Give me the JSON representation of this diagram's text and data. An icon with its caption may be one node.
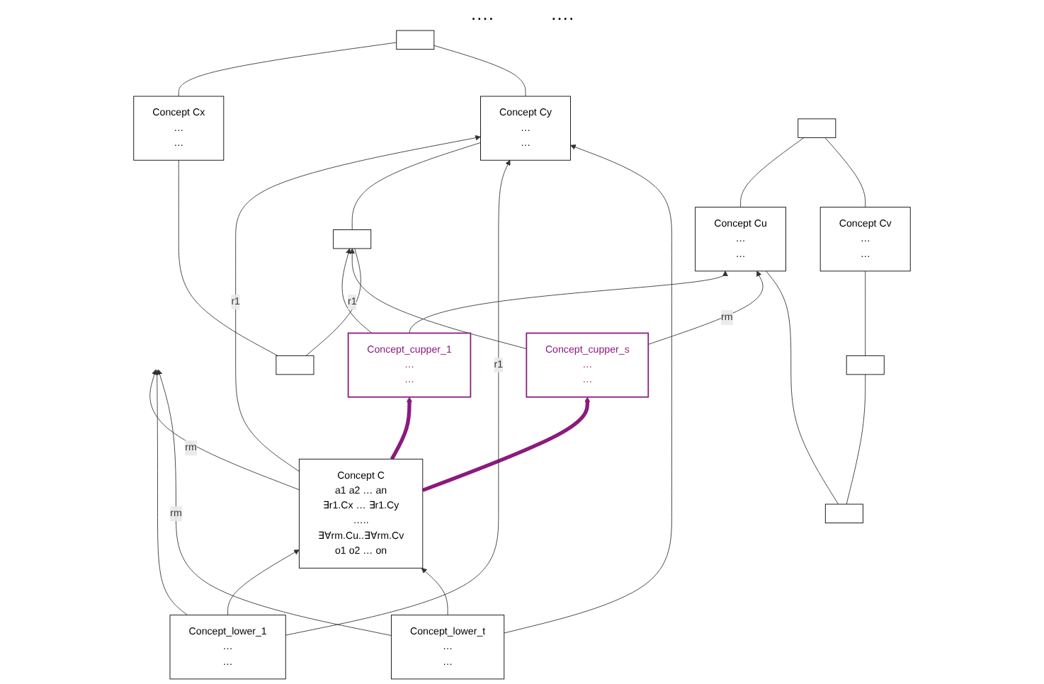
{
  "diagram": {
    "nodes": [
      {
        "text": [
          "Concept_cupper_1",
          "…",
          "…"
        ]
      },
      {
        "text": [
          "Concept_cupper_s",
          "…",
          "…"
        ]
      },
      {
        "text": [
          "Concept C",
          "a1 a2 … an",
          "∃r1.Cx … ∃r1.Cy",
          "…..",
          "∃∀rm.Cu..∃∀rm.Cv",
          "o1 o2 … on"
        ]
      },
      {
        "text": [
          "Concept Cx",
          "…",
          "…"
        ]
      },
      {
        "text": [
          "Concept Cy",
          "…",
          "…"
        ]
      },
      {
        "text": [
          "Concept Cu",
          "…",
          "…"
        ]
      },
      {
        "text": [
          "Concept Cv",
          "…",
          "…"
        ]
      },
      {
        "text": [
          "Concept_lower_1",
          "…",
          "…"
        ]
      },
      {
        "text": [
          "Concept_lower_t",
          "…",
          "…"
        ]
      },
      {
        "text": [],
        "shape": "box"
      },
      {
        "text": [],
        "shape": "box"
      },
      {
        "text": [],
        "shape": "box"
      },
      {
        "text": [],
        "shape": "box"
      },
      {
        "text": [],
        "shape": "box"
      },
      {
        "text": [],
        "shape": "box"
      }
    ],
    "edges": [
      {
        "from": 0,
        "to": 11,
        "arrow": "to"
      },
      {
        "from": 1,
        "to": 11,
        "arrow": "to",
        "label": "r1"
      },
      {
        "from": 0,
        "to": 5,
        "arrow": "to"
      },
      {
        "from": 1,
        "to": 5,
        "arrow": "to",
        "label": "rm"
      },
      {
        "from": 2,
        "to": 0,
        "arrow": "to",
        "style": "thick",
        "color": "#8b1a7e"
      },
      {
        "from": 2,
        "to": 1,
        "arrow": "to",
        "style": "thick",
        "color": "#8b1a7e"
      },
      {
        "from": 2,
        "to": 4,
        "arrow": "to",
        "label": "r1"
      },
      {
        "from": 2,
        "to": null,
        "arrow": "to",
        "label": "rm"
      },
      {
        "from": 9,
        "to": 3,
        "arrow": "none"
      },
      {
        "from": 9,
        "to": 11,
        "arrow": "none"
      },
      {
        "from": 11,
        "to": 4,
        "arrow": "none"
      },
      {
        "from": 3,
        "to": 13,
        "arrow": "none"
      },
      {
        "from": 4,
        "to": 13,
        "arrow": "none"
      },
      {
        "from": 10,
        "to": 5,
        "arrow": "none"
      },
      {
        "from": 10,
        "to": 12,
        "arrow": "none"
      },
      {
        "from": 12,
        "to": 6,
        "arrow": "none"
      },
      {
        "from": 5,
        "to": 14,
        "arrow": "none"
      },
      {
        "from": 6,
        "to": 14,
        "arrow": "none"
      },
      {
        "from": 7,
        "to": 4,
        "arrow": "to",
        "label": "r1"
      },
      {
        "from": 8,
        "to": 4,
        "arrow": "to"
      },
      {
        "from": 7,
        "to": 2,
        "arrow": "to"
      },
      {
        "from": 8,
        "to": 2,
        "arrow": "to"
      },
      {
        "from": 7,
        "to": null,
        "arrow": "to"
      },
      {
        "from": 8,
        "to": null,
        "arrow": "to",
        "label": "rm"
      }
    ],
    "labels": [
      "….",
      "…."
    ]
  }
}
